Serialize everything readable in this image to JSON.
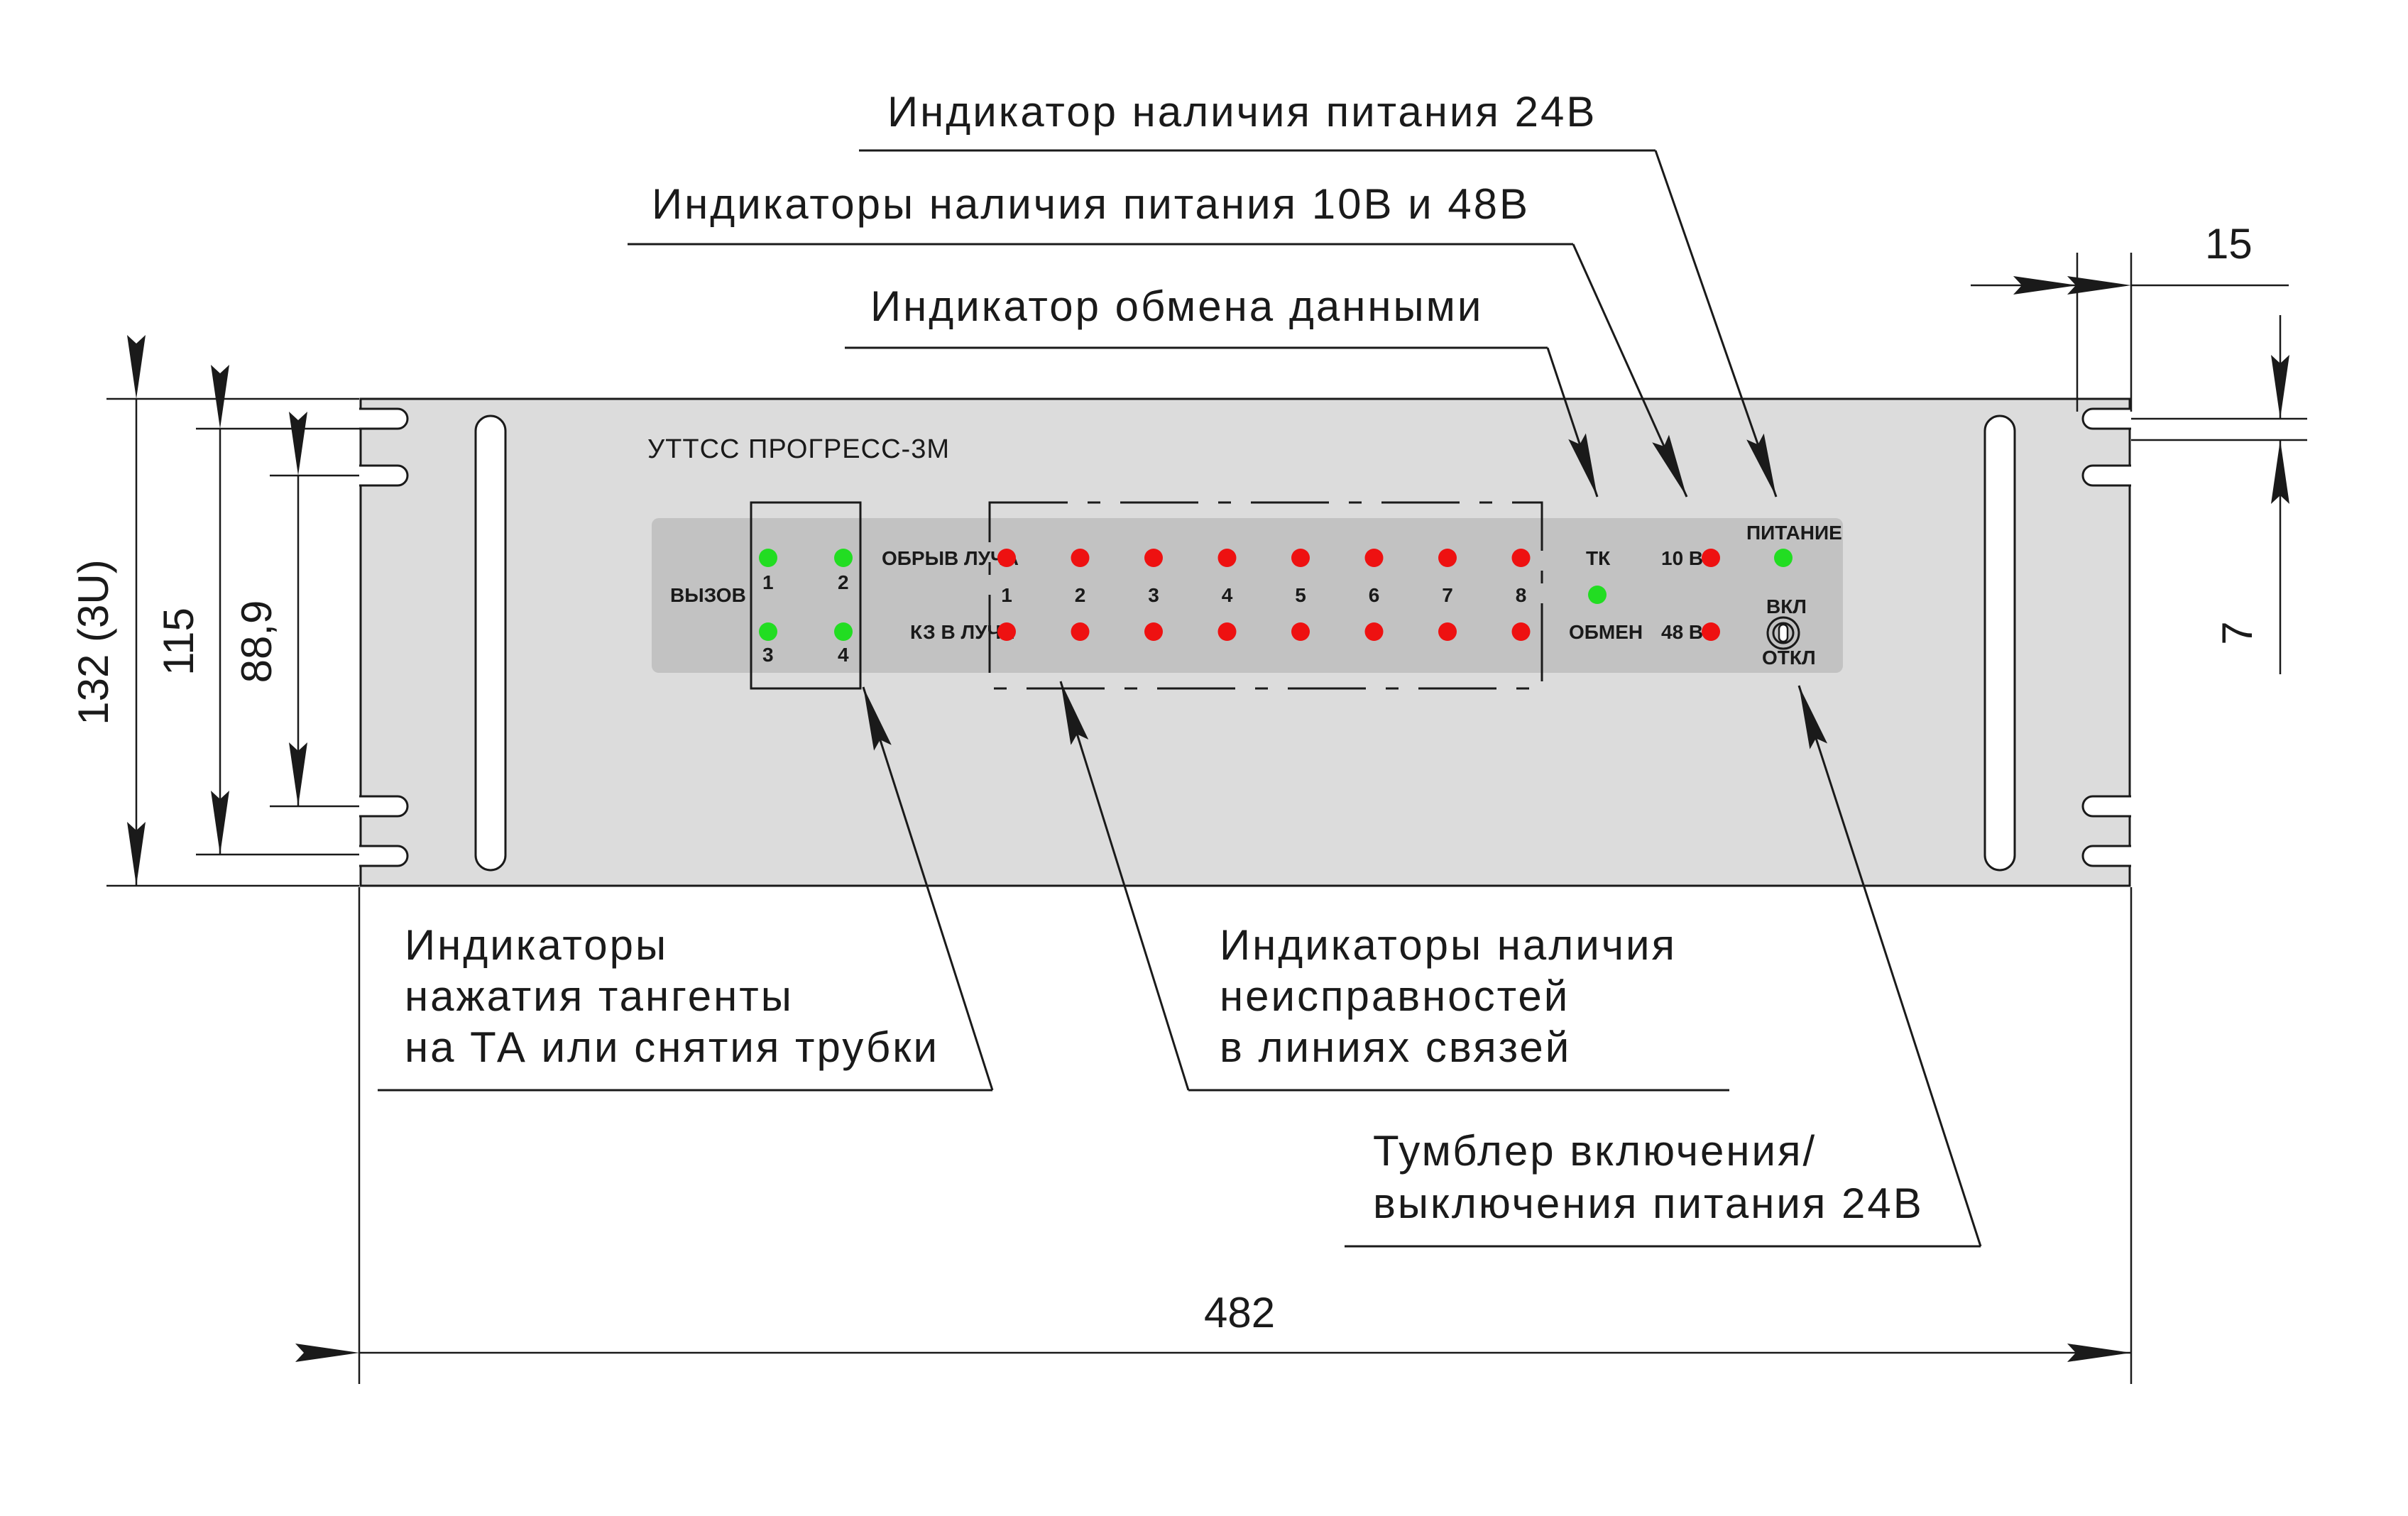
{
  "panel": {
    "title": "УТТСС  ПРОГРЕСС-3М",
    "call_label": "ВЫЗОВ",
    "call_numbers": [
      "1",
      "2",
      "3",
      "4"
    ],
    "break_label": "ОБРЫВ ЛУЧА",
    "short_label": "КЗ В ЛУЧЕ",
    "line_numbers": [
      "1",
      "2",
      "3",
      "4",
      "5",
      "6",
      "7",
      "8"
    ],
    "tk_label": "ТК",
    "exchange_label": "ОБМЕН",
    "v10_label": "10 В",
    "v48_label": "48 В",
    "power_label": "ПИТАНИЕ",
    "on_label": "ВКЛ",
    "off_label": "ОТКЛ"
  },
  "callouts": {
    "power24": "Индикатор наличия питания 24В",
    "power10_48": "Индикаторы наличия питания 10В и 48В",
    "exchange": "Индикатор обмена данными",
    "press": [
      "Индикаторы",
      "нажатия тангенты",
      "на ТА или снятия трубки"
    ],
    "faults": [
      "Индикаторы наличия",
      "неисправностей",
      "в линиях связей"
    ],
    "toggle": [
      "Тумблер включения/",
      "выключения питания 24В"
    ]
  },
  "dimensions": {
    "width": "482",
    "height_total": "132 (3U)",
    "height_115": "115",
    "height_889": "88,9",
    "ear": "15",
    "slot": "7"
  },
  "colors": {
    "panel": "#dcdcdc",
    "block": "#c2c2c2",
    "led_green": "#22dd22",
    "led_red": "#ee1111"
  }
}
